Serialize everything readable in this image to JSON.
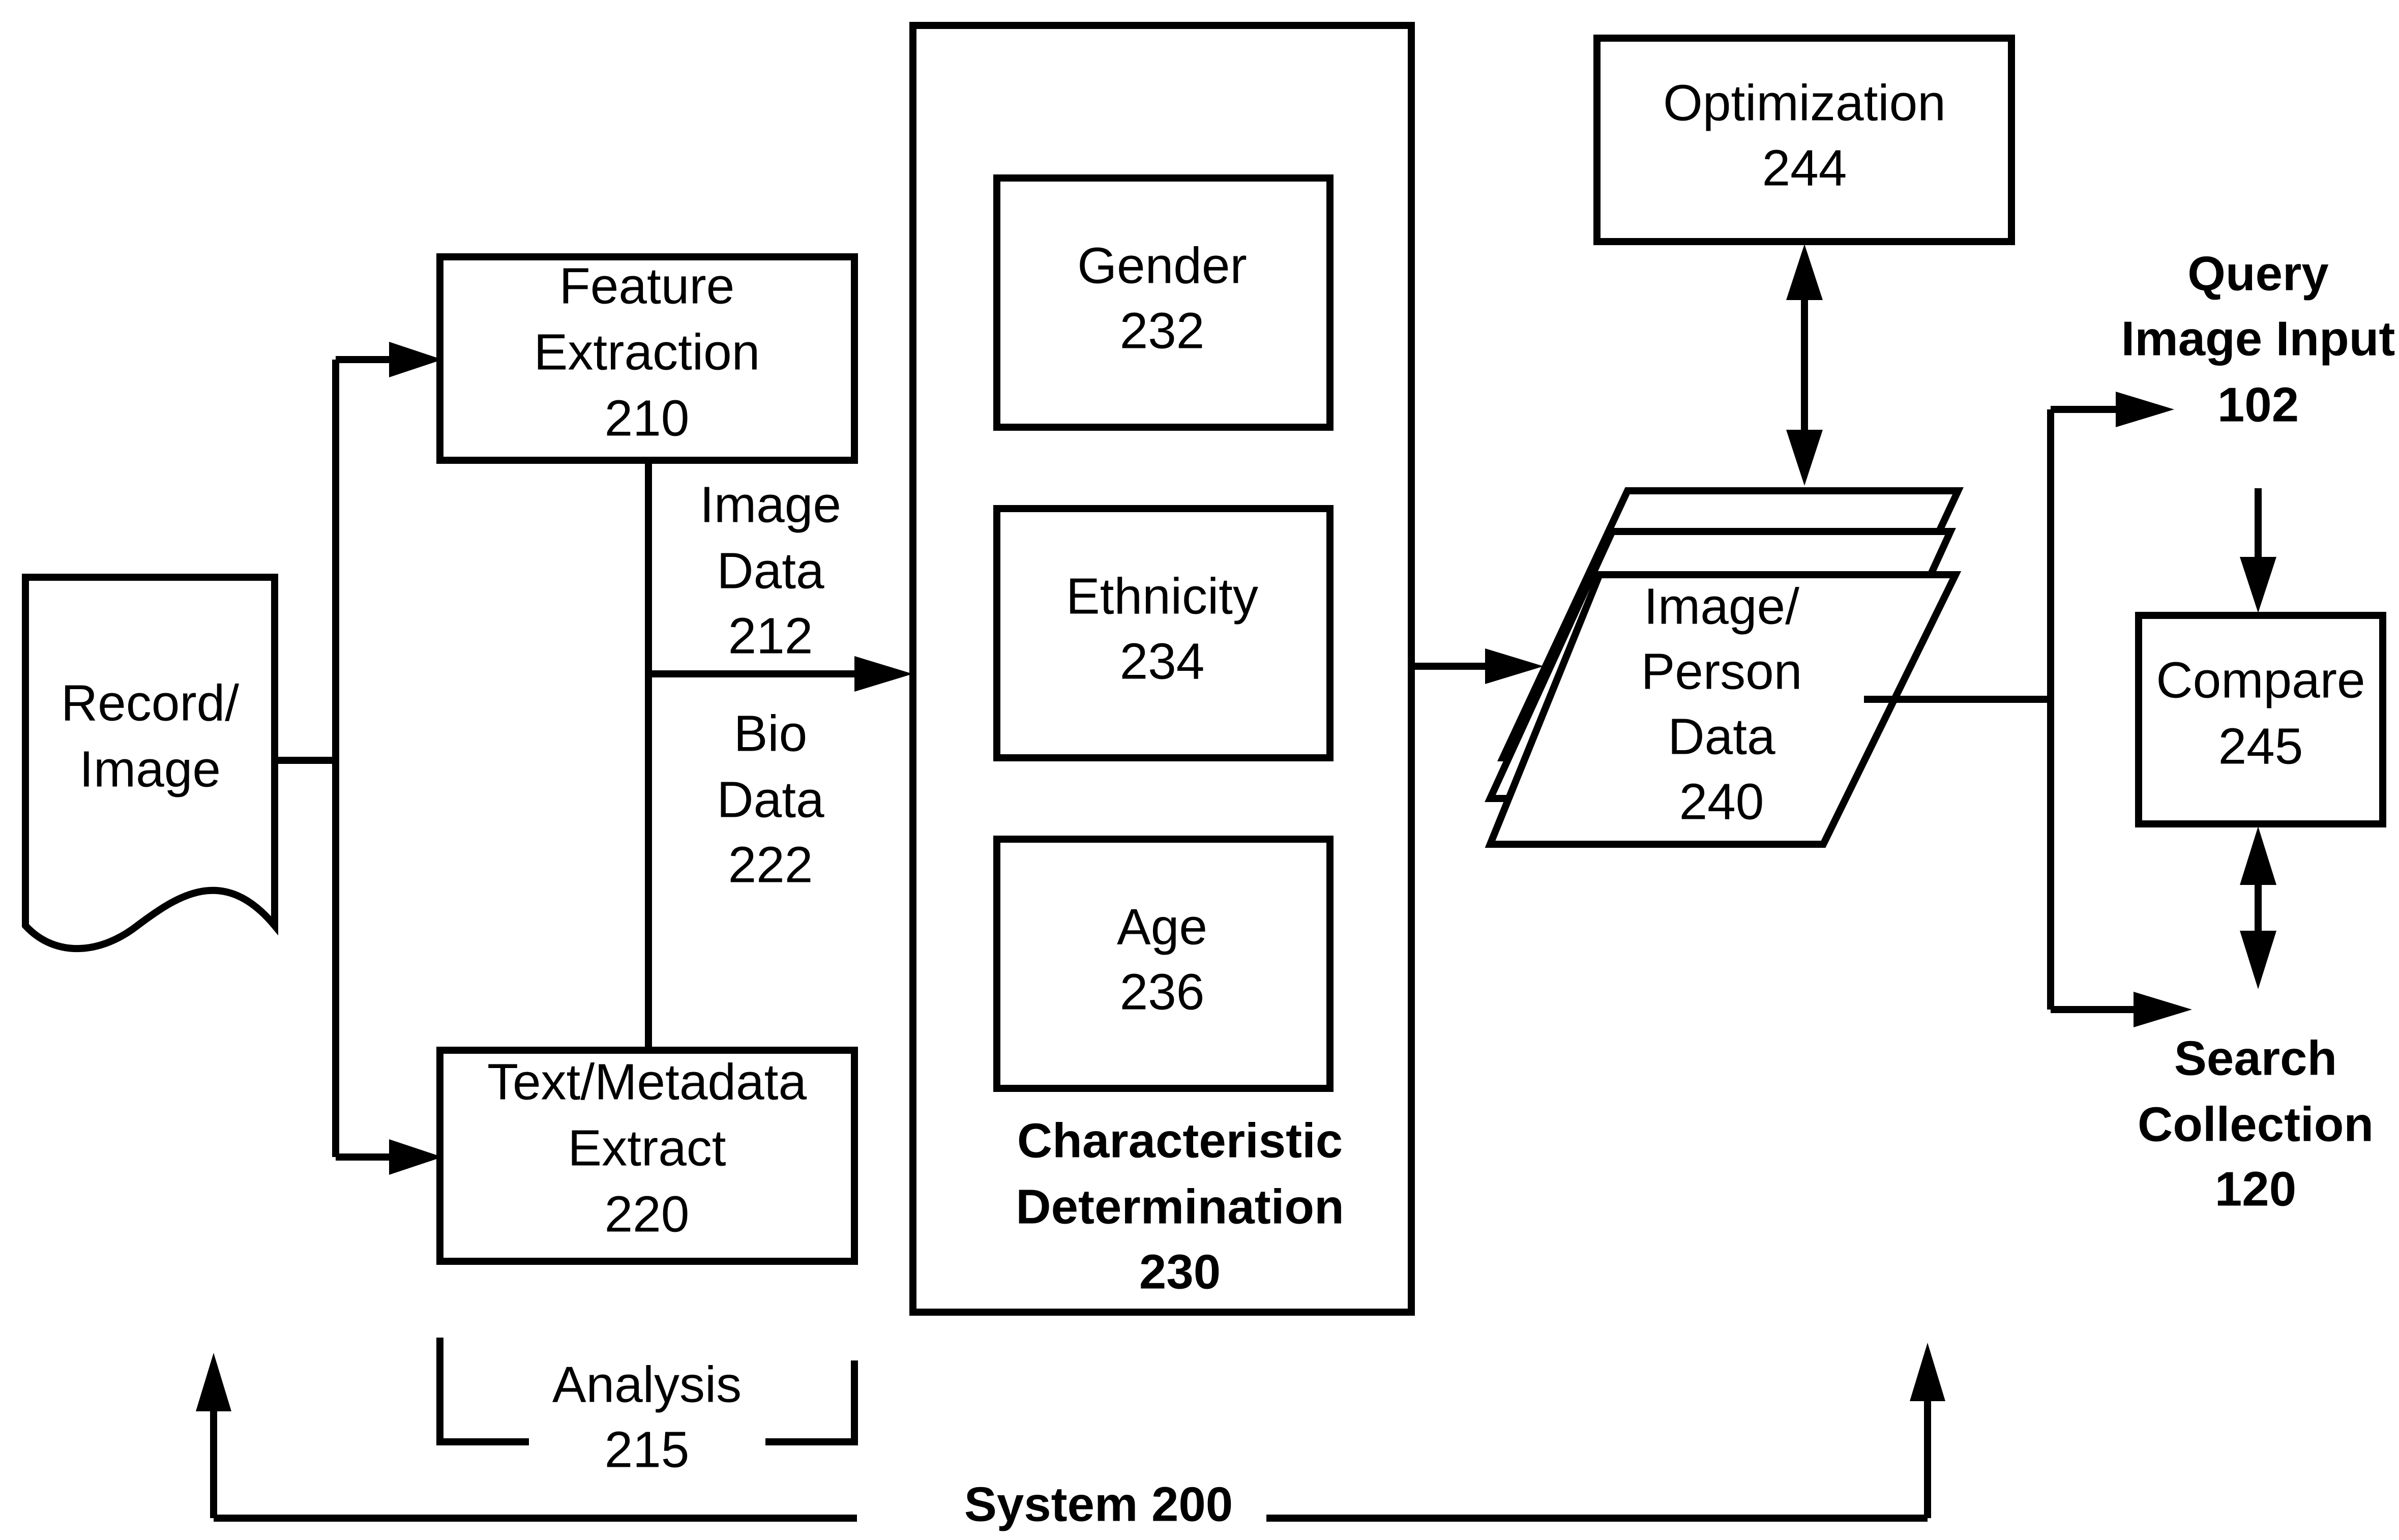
{
  "record": {
    "line1": "Record/",
    "line2": "Image"
  },
  "feature_extraction": {
    "line1": "Feature",
    "line2": "Extraction",
    "num": "210"
  },
  "text_metadata": {
    "line1": "Text/Metadata",
    "line2": "Extract",
    "num": "220"
  },
  "image_data_label": {
    "line1": "Image",
    "line2": "Data",
    "num": "212"
  },
  "bio_data_label": {
    "line1": "Bio",
    "line2": "Data",
    "num": "222"
  },
  "analysis": {
    "line1": "Analysis",
    "num": "215"
  },
  "gender": {
    "line1": "Gender",
    "num": "232"
  },
  "ethnicity": {
    "line1": "Ethnicity",
    "num": "234"
  },
  "age": {
    "line1": "Age",
    "num": "236"
  },
  "characteristic": {
    "line1": "Characteristic",
    "line2": "Determination",
    "num": "230"
  },
  "optimization": {
    "line1": "Optimization",
    "num": "244"
  },
  "person_data": {
    "line1": "Image/",
    "line2": "Person",
    "line3": "Data",
    "num": "240"
  },
  "query": {
    "line1": "Query",
    "line2": "Image Input",
    "num": "102"
  },
  "compare": {
    "line1": "Compare",
    "num": "245"
  },
  "search": {
    "line1": "Search",
    "line2": "Collection",
    "num": "120"
  },
  "system": {
    "label": "System 200"
  }
}
